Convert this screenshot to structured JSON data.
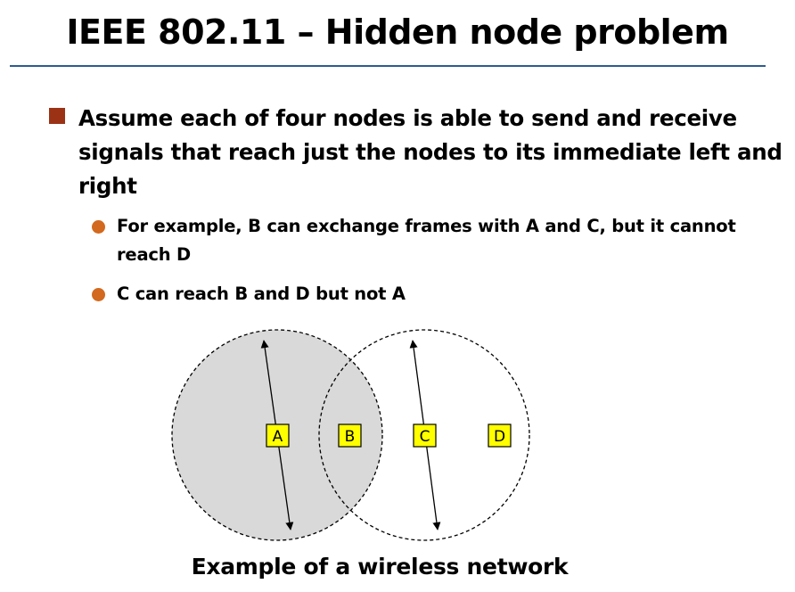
{
  "slide": {
    "title": "IEEE 802.11 – Hidden node problem",
    "main_bullet": "Assume each of four nodes is able to send and receive signals that reach just the nodes to its immediate left and right",
    "sub_bullets": [
      "For example, B can exchange frames with A and C, but it cannot reach D",
      "C can reach B and D but not A"
    ]
  },
  "diagram": {
    "nodes": [
      "A",
      "B",
      "C",
      "D"
    ],
    "caption": "Example of a wireless network"
  },
  "colors": {
    "title_rule": "#2f5b8e",
    "bullet_square": "#9b3216",
    "bullet_dot": "#d2691e",
    "range_fill": "#d9d9d9",
    "node_fill": "#ffff00"
  }
}
